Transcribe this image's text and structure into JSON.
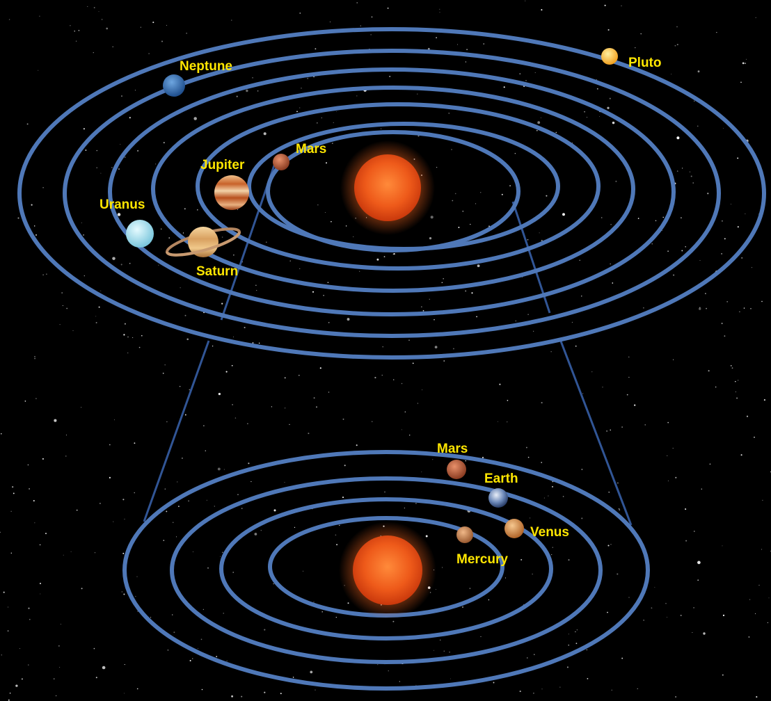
{
  "colors": {
    "background": "#000000",
    "orbit": "#4f78b8",
    "label": "#ffe600",
    "sun": "#ea5a1c"
  },
  "outer_system": {
    "labels": {
      "neptune": "Neptune",
      "pluto": "Pluto",
      "mars": "Mars",
      "jupiter": "Jupiter",
      "uranus": "Uranus",
      "saturn": "Saturn"
    }
  },
  "inner_system": {
    "labels": {
      "mars": "Mars",
      "earth": "Earth",
      "venus": "Venus",
      "mercury": "Mercury"
    }
  }
}
